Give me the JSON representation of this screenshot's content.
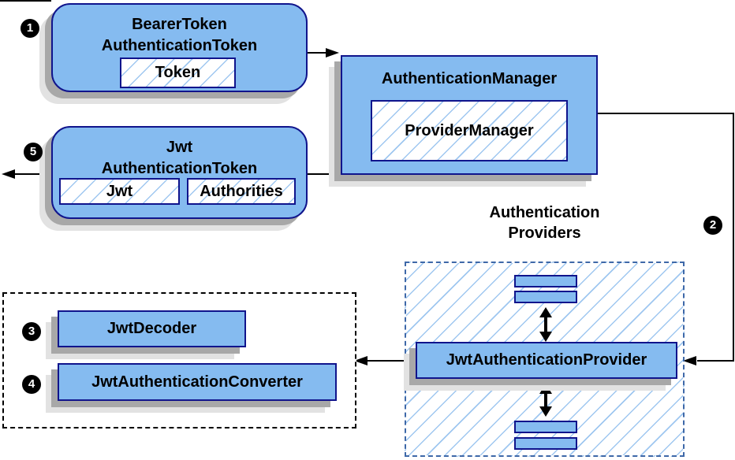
{
  "badges": {
    "step1": "1",
    "step2": "2",
    "step3": "3",
    "step4": "4",
    "step5": "5"
  },
  "nodes": {
    "bearer_token": {
      "title_line1": "BearerToken",
      "title_line2": "AuthenticationToken",
      "token_chip": "Token"
    },
    "authentication_manager": {
      "title": "AuthenticationManager",
      "provider_manager_chip": "ProviderManager"
    },
    "jwt_authentication_token": {
      "title_line1": "Jwt",
      "title_line2": "AuthenticationToken",
      "jwt_chip": "Jwt",
      "authorities_chip": "Authorities"
    },
    "authentication_providers": {
      "title_line1": "Authentication",
      "title_line2": "Providers",
      "provider_node": "JwtAuthenticationProvider"
    },
    "decoder_group": {
      "decoder_node": "JwtDecoder",
      "converter_node": "JwtAuthenticationConverter"
    }
  },
  "colors": {
    "node_fill": "#85BBF0",
    "node_border": "#10148C",
    "hatch_line": "#9FC7F0",
    "shadow_dark": "#A8A8A8",
    "shadow_light": "#E2E2E2",
    "dashed_blue_border": "#3E68A8",
    "dashed_black_border": "#000000",
    "connector": "#000000",
    "badge_bg": "#000000",
    "badge_text": "#FFFFFF"
  }
}
